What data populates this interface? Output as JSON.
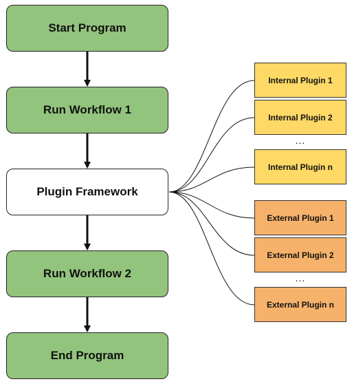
{
  "flow": {
    "start": "Start Program",
    "workflow1": "Run Workflow 1",
    "framework": "Plugin Framework",
    "workflow2": "Run Workflow 2",
    "end": "End Program"
  },
  "plugins": {
    "internal": [
      "Internal Plugin 1",
      "Internal Plugin 2",
      "Internal Plugin n"
    ],
    "external": [
      "External Plugin 1",
      "External Plugin 2",
      "External Plugin n"
    ],
    "ellipsis": "..."
  },
  "colors": {
    "flow_green": "#93c47d",
    "internal_plugin": "#ffd966",
    "external_plugin": "#f6b26b",
    "stroke": "#222222"
  }
}
